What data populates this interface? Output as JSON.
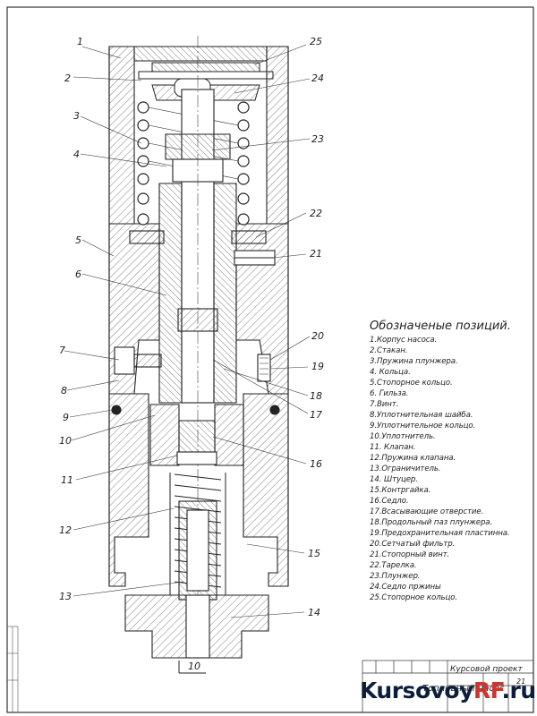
{
  "legend": {
    "title": "Обозначеные позиций.",
    "items": [
      "1.Корпус насоса.",
      "2.Стакан.",
      "3.Пружина плунжера.",
      "4. Кольца.",
      "5.Стопорное кольцо.",
      "6. Гильза.",
      "7.Винт.",
      "8.Уплотнительная шайба.",
      "9.Уплотнительное кольцо.",
      "10.Уплотнитель.",
      "11. Клапан.",
      "12.Пружина клапана.",
      "13.Ограничитель.",
      "14. Штуцер.",
      "15.Контргайка.",
      "16.Седло.",
      "17.Всасывающие отверстие.",
      "18.Продольный паз плунжера.",
      "19.Предохранительная пластинна.",
      "20.Сетчатый фильтр.",
      "21.Стопорный винт.",
      "22.Тарелка.",
      "23.Плунжер.",
      "24.Седло пржины",
      "25.Стопорное кольцо."
    ]
  },
  "callouts": [
    "1",
    "2",
    "3",
    "4",
    "5",
    "6",
    "7",
    "8",
    "9",
    "10",
    "11",
    "12",
    "13",
    "14",
    "15",
    "16",
    "17",
    "18",
    "19",
    "20",
    "21",
    "22",
    "23",
    "24",
    "25"
  ],
  "section_marker": "10",
  "title_block": {
    "project": "Курсовой проект",
    "name": "Топливный насос",
    "sheet": "21"
  },
  "brand": {
    "main": "Kursovoy",
    "accent": "RF",
    "suffix": ".ru"
  },
  "colors": {
    "ink": "#2a2a2a",
    "brand_dark": "#0d1e3c",
    "brand_red": "#d0342c"
  }
}
